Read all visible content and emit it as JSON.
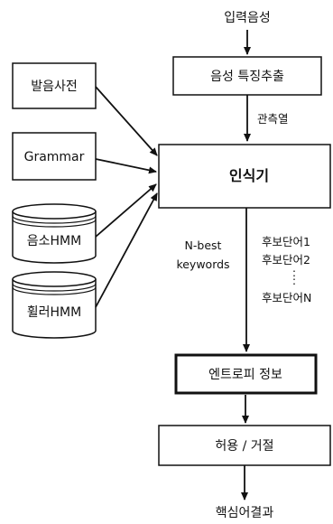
{
  "diagram": {
    "input_label": "입력음성",
    "feature_extraction": "음성 특징추출",
    "observation_label": "관측열",
    "recognizer": "인식기",
    "models": {
      "pronunciation_dict": "발음사전",
      "grammar": "Grammar",
      "phoneme_hmm": "음소HMM",
      "filler_hmm": "휠러HMM"
    },
    "nbest_line1": "N-best",
    "nbest_line2": "keywords",
    "candidates": [
      "후보단어1",
      "후보단어2",
      "후보단어N"
    ],
    "candidate_ellipsis": ":",
    "entropy_info": "엔트로피 정보",
    "accept_reject": "허용 / 거절",
    "output_label": "핵심어결과"
  },
  "colors": {
    "ink": "#111111",
    "background": "#ffffff"
  }
}
